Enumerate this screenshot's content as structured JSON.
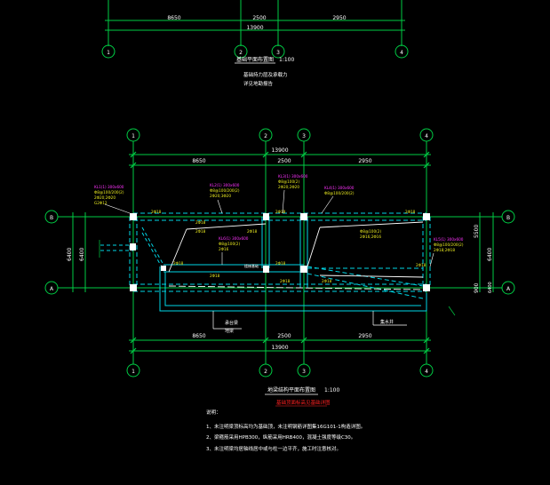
{
  "top_plan": {
    "dims": [
      "8650",
      "2500",
      "2950"
    ],
    "total": "13900",
    "axes": [
      "1",
      "2",
      "3",
      "4"
    ],
    "title": "基础平面布置图",
    "scale": "1:100",
    "notes": [
      "基础持力层及承载力",
      "详见地勘报告"
    ]
  },
  "main_plan": {
    "dims_top": [
      "8650",
      "2500",
      "2950"
    ],
    "total_top": "13900",
    "dims_bottom": [
      "8650",
      "2500",
      "2950"
    ],
    "total_bottom": "13900",
    "axes_x": [
      "1",
      "2",
      "3",
      "4"
    ],
    "axes_y": [
      "B",
      "A"
    ],
    "left_dim": "6400",
    "left_dim2": "6400",
    "right_dims": [
      "5500",
      "900"
    ],
    "right_total": "6400",
    "right_dim2": "6400",
    "title": "地梁结构平面布置图",
    "scale": "1:100",
    "subtitle": "基础顶面标高见基础详图",
    "callouts": [
      "承台梁",
      "地梁",
      "集水井",
      "楼梯基础"
    ]
  },
  "notes": {
    "heading": "说明：",
    "lines": [
      "1、未注明梁顶标高均为基础顶，未注明钢筋详图集16G101-1构造详图。",
      "2、梁箍筋采用HPB300，纵筋采用HRB400，混凝土强度等级C30。",
      "3、未注明梁均居轴线居中或与柱一边平齐，施工时注意核对。"
    ]
  },
  "colors": {
    "line": "#ffffff",
    "grid": "#00cc44",
    "beam": "#00d6e6",
    "label": "#e8e820",
    "magenta": "#ff33ff",
    "red": "#ff2020"
  }
}
